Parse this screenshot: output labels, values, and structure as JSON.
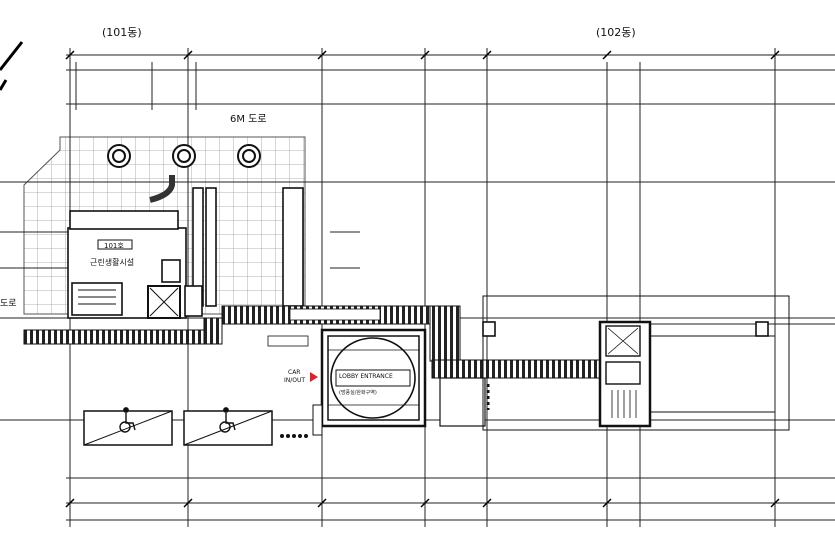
{
  "building_labels": {
    "b101": "(101동)",
    "b102": "(102동)"
  },
  "road_labels": {
    "top": "6M 도로",
    "left": "도로"
  },
  "room": {
    "number": "101호",
    "name": "근린생활시설"
  },
  "car_inout": {
    "line1": "CAR",
    "line2": "IN/OUT",
    "arrow_color": "#e0202a"
  },
  "ramp_box": {
    "line1": "LOBBY ENTRANCE",
    "line2": "(방풍실/완화구역)"
  }
}
